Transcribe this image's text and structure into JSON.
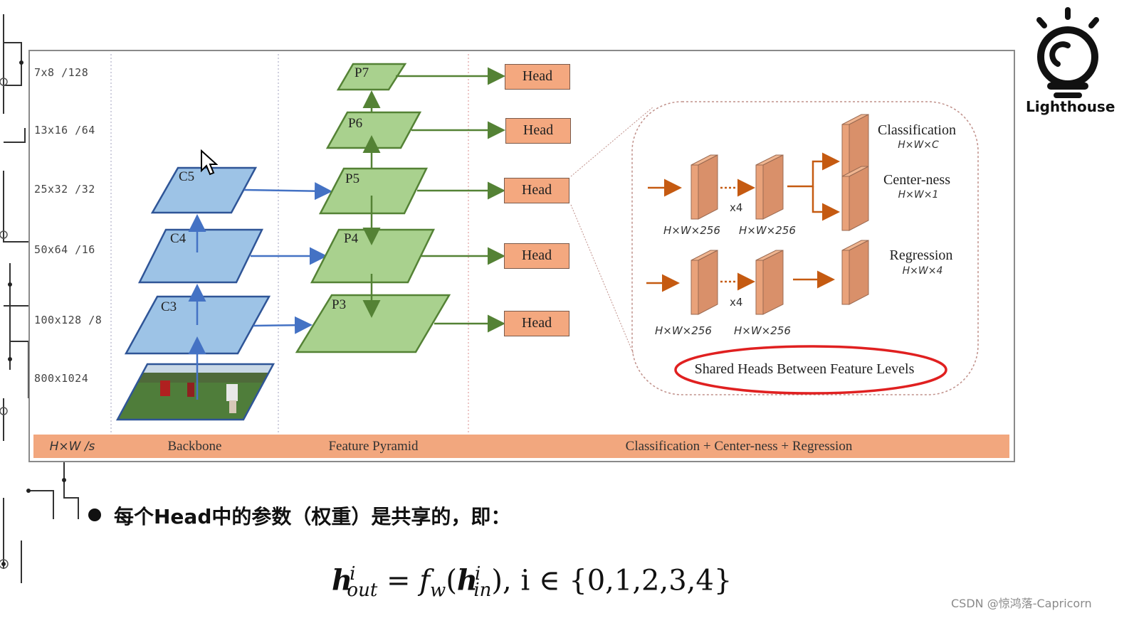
{
  "resolution_labels": [
    "7x8  /128",
    "13x16  /64",
    "25x32  /32",
    "50x64  /16",
    "100x128  /8",
    "800x1024"
  ],
  "footer": {
    "hws": "H×W /s",
    "backbone": "Backbone",
    "feature_pyramid": "Feature Pyramid",
    "heads": "Classification + Center-ness + Regression"
  },
  "backbone_levels": [
    "C5",
    "C4",
    "C3"
  ],
  "pyramid_levels": [
    "P7",
    "P6",
    "P5",
    "P4",
    "P3"
  ],
  "head_label": "Head",
  "head_detail": {
    "top_dims": [
      "H×W×256",
      "H×W×256"
    ],
    "bottom_dims": [
      "H×W×256",
      "H×W×256"
    ],
    "repeat": "x4",
    "classification": "Classification",
    "classification_dim": "H×W×C",
    "centerness": "Center-ness",
    "centerness_dim": "H×W×1",
    "regression": "Regression",
    "regression_dim": "H×W×4",
    "shared": "Shared Heads Between Feature Levels"
  },
  "logo": "Lighthouse",
  "bullet_text": "每个Head中的参数（权重）是共享的，即：",
  "formula": {
    "h": "h",
    "out_sub": "out",
    "i_sup": "i",
    "eq": " = ",
    "f": "f",
    "w_sub": "w",
    "in_sub": "in",
    "set": ", i ∈ {0,1,2,3,4}"
  },
  "watermark": "CSDN @惊鸿落-Capricorn",
  "colors": {
    "backbone_fill": "#9dc3e6",
    "backbone_stroke": "#2f5597",
    "pyramid_fill": "#a9d18e",
    "pyramid_stroke": "#548235",
    "head_fill": "#f4a87f",
    "arrow_blue": "#4472c4",
    "arrow_green": "#548235",
    "arrow_orange": "#c55a11",
    "ellipse_red": "#e02020"
  }
}
